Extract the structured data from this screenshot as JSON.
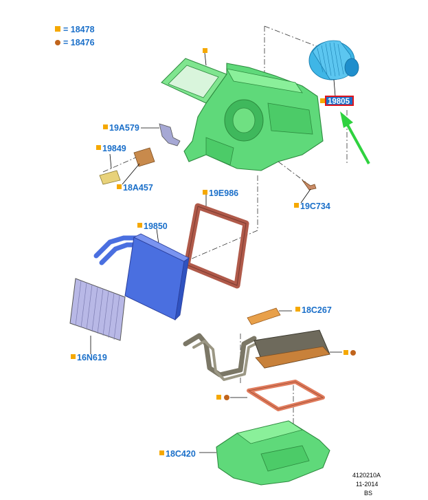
{
  "legend": [
    {
      "marker": "square",
      "color": "#f5a800",
      "label": "= 18478"
    },
    {
      "marker": "circle",
      "color": "#c0641c",
      "label": "= 18476"
    }
  ],
  "parts": {
    "blower_motor": "19805",
    "actuator_19A579": "19A579",
    "sensor_19849": "19849",
    "resistor_18A457": "18A457",
    "seal_19E986": "19E986",
    "fastener_19C734": "19C734",
    "evaporator_19850": "19850",
    "filter_16N619": "16N619",
    "seal_18C267": "18C267",
    "housing_18C420": "18C420"
  },
  "colors": {
    "label_blue": "#1a6fc9",
    "housing_green": "#5fd97a",
    "blower_blue": "#3fb6e6",
    "evaporator_blue": "#4a6fe0",
    "seal_brown": "#b05a4a",
    "heater_gray": "#7b7766",
    "gasket_orange": "#e07b5c",
    "arrow_green": "#2fd23f",
    "highlight_red": "#e0141c",
    "marker_square": "#f5a800",
    "marker_circle": "#c0641c"
  },
  "footer": {
    "code": "4120210A",
    "date": "11-2014",
    "initials": "BS"
  }
}
